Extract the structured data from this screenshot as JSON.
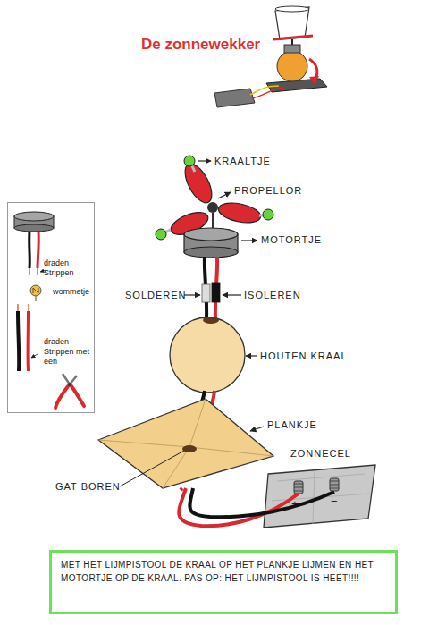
{
  "diagram": {
    "title": "De zonnewekker",
    "nodes": [
      {
        "text": [
          "draden Strippen",
          "wommetje",
          "draden Strippen met een"
        ]
      },
      {
        "text": [
          "ZONNECEL",
          "+",
          "−"
        ]
      },
      {
        "text": [
          "MET HET LIJMPISTOOL DE KRAAL OP HET PLANKJE LIJMEN EN HET MOTORTJE OP DE KRAAL. PAS OP: HET LIJMPISTOOL IS HEET!!!!"
        ]
      }
    ],
    "labels": [
      "KRAALTJE",
      "PROPELLOR",
      "MOTORTJE",
      "SOLDEREN",
      "ISOLEREN",
      "HOUTEN KRAAL",
      "PLANKJE",
      "GAT BOREN"
    ]
  }
}
